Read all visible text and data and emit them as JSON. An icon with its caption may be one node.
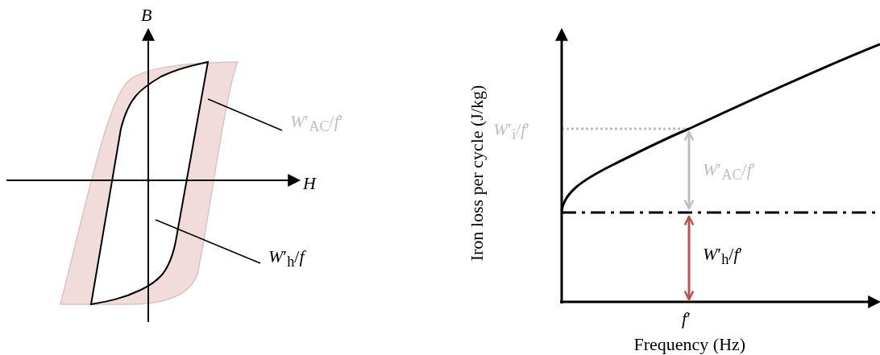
{
  "diagram": {
    "nodes": [
      {
        "text": [],
        "shape": "band"
      },
      {
        "text": [],
        "shape": "loop",
        "in": 0
      },
      {
        "text": [
          "*W*′$_{AC}$/*f*′"
        ]
      },
      {
        "text": [
          "*W*′$_{h}$/*f*"
        ]
      }
    ],
    "edges": [
      {
        "from": 2,
        "to": 0,
        "arrow": "none"
      },
      {
        "from": 3,
        "to": 1,
        "arrow": "none"
      }
    ],
    "labels": [
      "*B*",
      "*H*",
      "*W*′$_{i}$/*f*′",
      "*W*′$_{AC}$/*f*′",
      "*W*′$_{h}$/*f*′",
      "*f*′",
      "Iron loss per cycle (J/kg)",
      "Frequency (Hz)"
    ]
  }
}
